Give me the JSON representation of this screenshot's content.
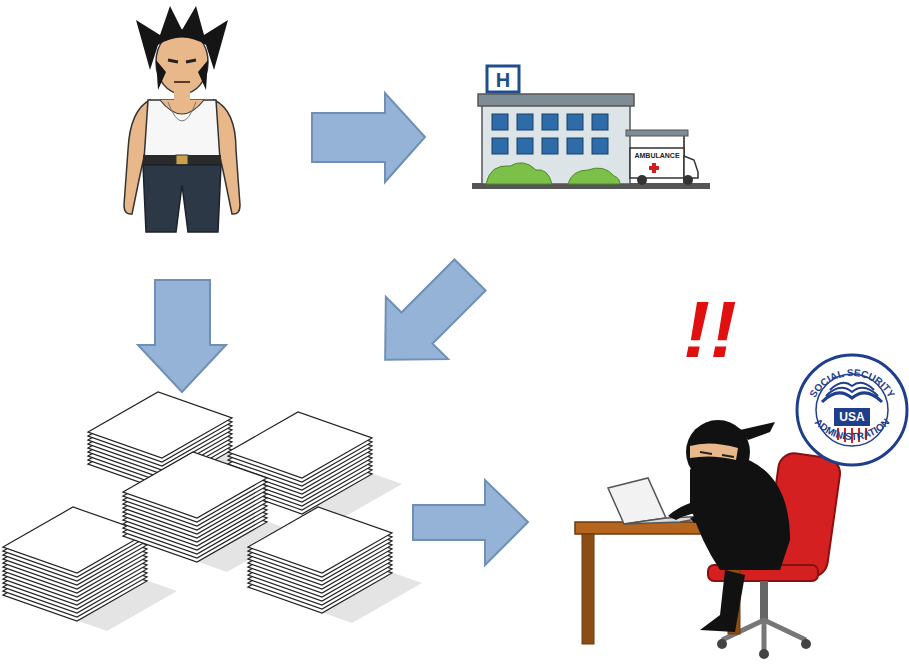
{
  "diagram": {
    "labels": [
      "H",
      "AMBULANCE",
      "!!",
      "SOCIAL SECURITY",
      "USA",
      "ADMINISTRATION"
    ]
  }
}
